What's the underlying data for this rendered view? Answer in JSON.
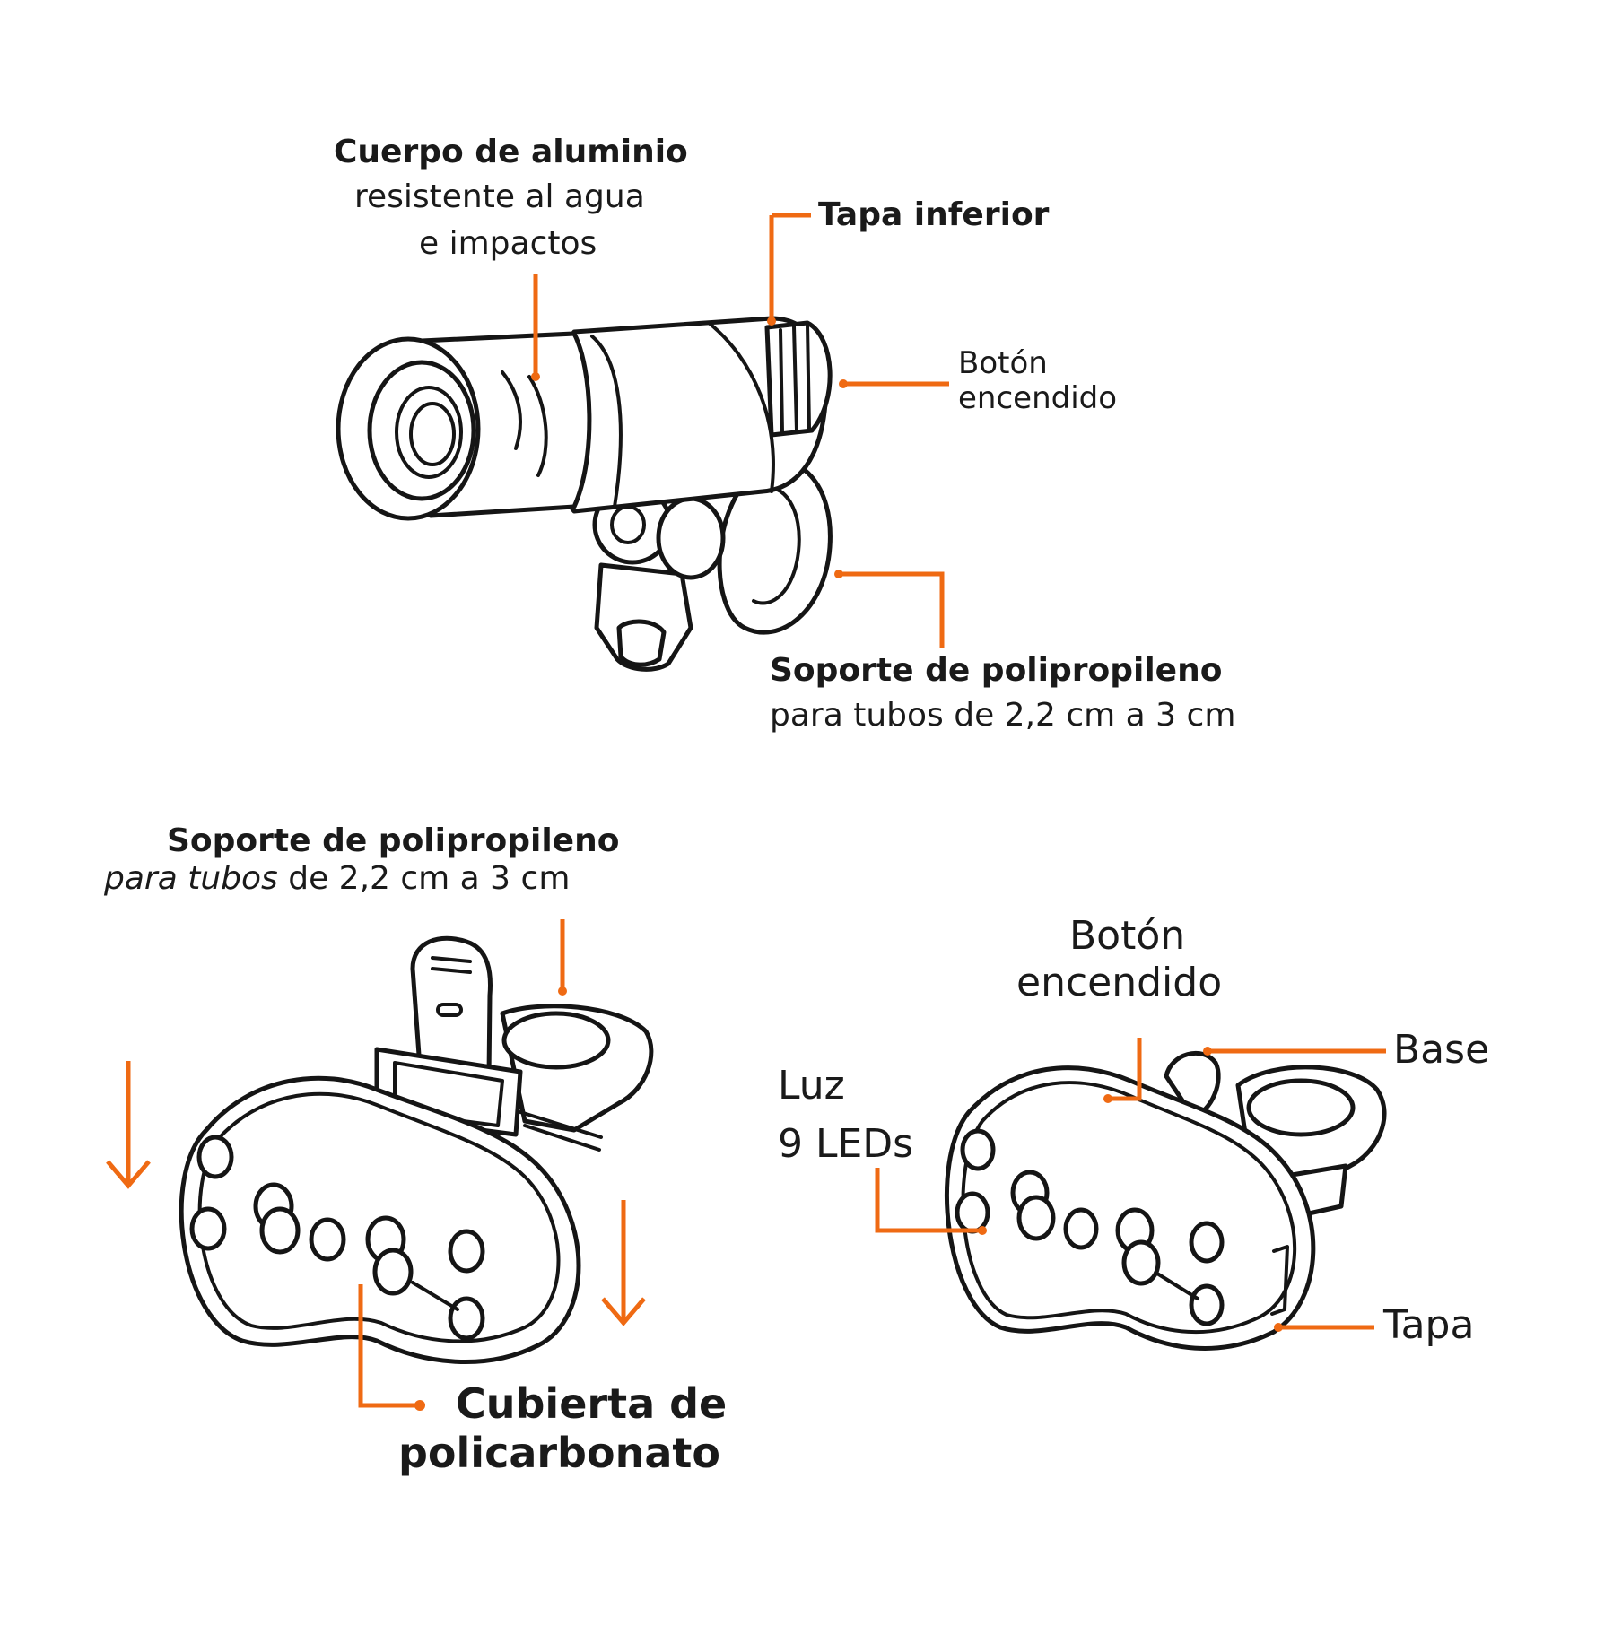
{
  "colors": {
    "accent": "#ef6a13",
    "ink": "#151515",
    "background": "#ffffff"
  },
  "front_light": {
    "body_label_bold": "Cuerpo de aluminio",
    "body_label_line2": "resistente al agua",
    "body_label_line3": "e impactos",
    "bottom_cap_label": "Tapa inferior",
    "power_button_line1": "Botón",
    "power_button_line2": "encendido",
    "mount_label_bold": "Soporte de polipropileno",
    "mount_label_line2": "para tubos de 2,2 cm a 3 cm"
  },
  "rear_light_left": {
    "mount_label_bold": "Soporte de polipropileno",
    "mount_label_italic": "para tubos",
    "mount_label_rest": " de 2,2 cm a 3 cm",
    "cover_label_line1": "Cubierta de",
    "cover_label_line2": "policarbonato"
  },
  "rear_light_right": {
    "power_button_line1": "Botón",
    "power_button_line2": "encendido",
    "led_label_line1": "Luz",
    "led_label_line2": "9 LEDs",
    "base_label": "Base",
    "cap_label": "Tapa"
  }
}
